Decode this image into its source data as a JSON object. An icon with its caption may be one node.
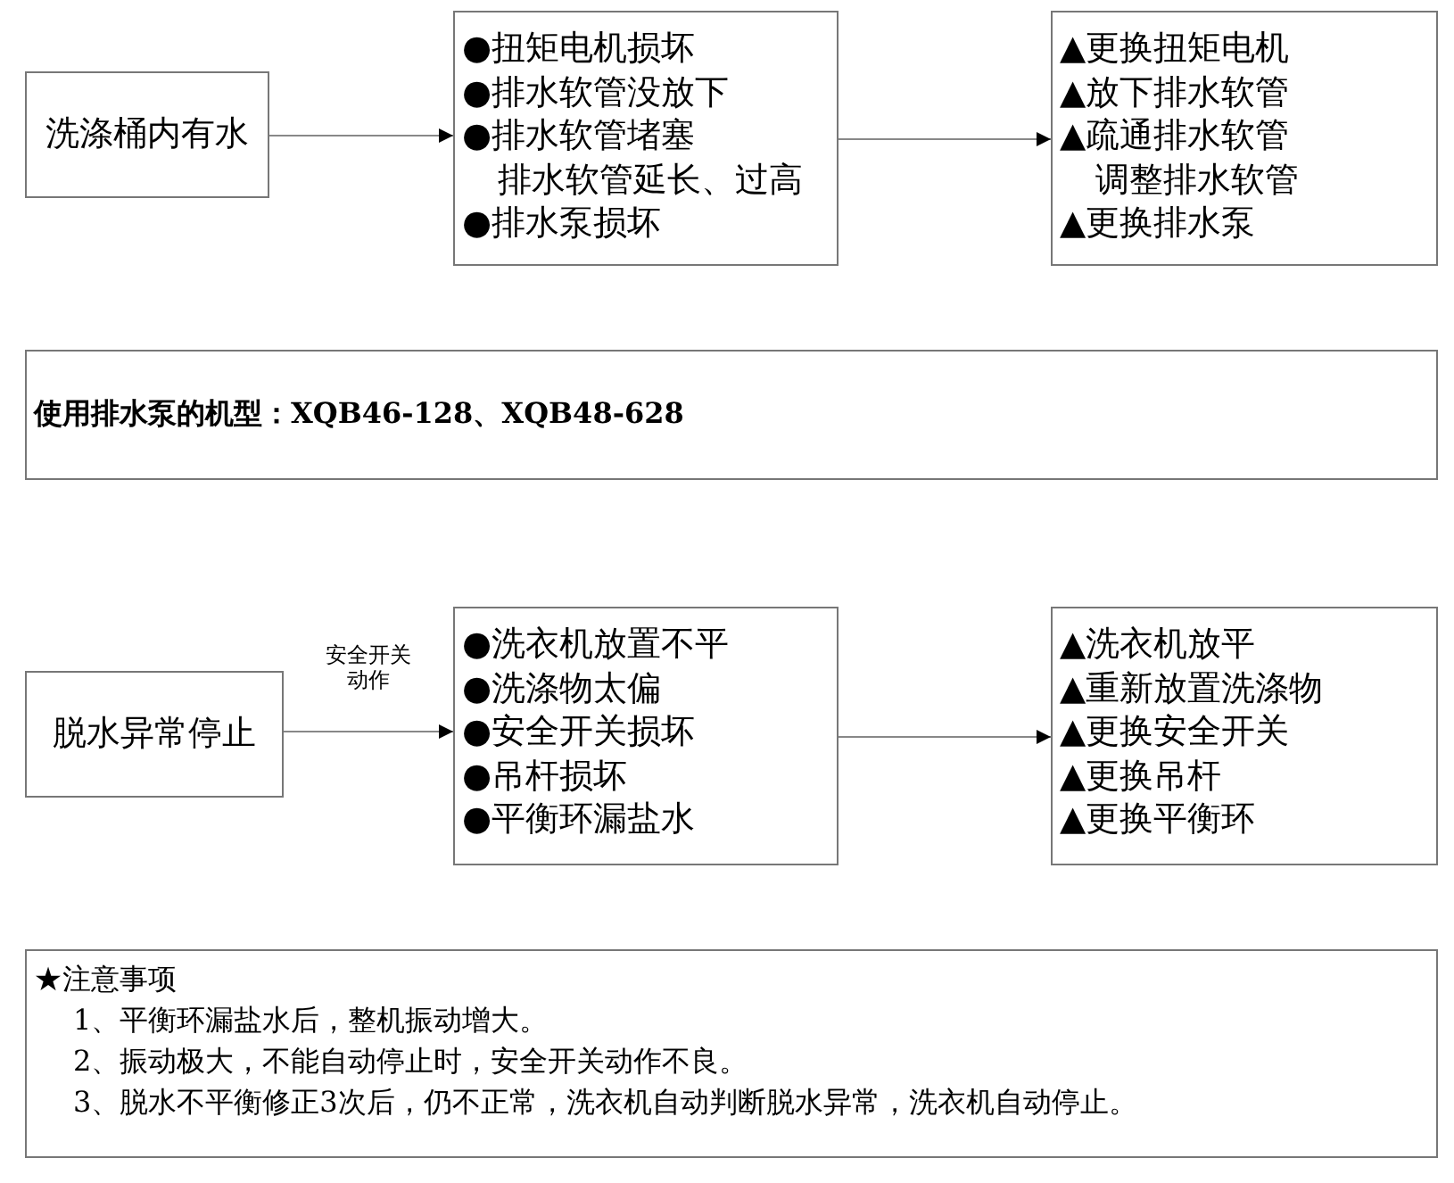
{
  "diagram": {
    "nodes": [
      {
        "text": [
          "洗涤桶内有水"
        ]
      },
      {
        "text": [
          "●扭矩电机损坏",
          "●排水软管没放下",
          "●排水软管堵塞",
          "排水软管延长、过高",
          "●排水泵损坏"
        ]
      },
      {
        "text": [
          "▲更换扭矩电机",
          "▲放下排水软管",
          "▲疏通排水软管",
          "调整排水软管",
          "▲更换排水泵"
        ]
      },
      {
        "text": [
          "使用排水泵的机型：XQB46-128、XQB48-628"
        ]
      },
      {
        "text": [
          "脱水异常停止"
        ]
      },
      {
        "text": [
          "●洗衣机放置不平",
          "●洗涤物太偏",
          "●安全开关损坏",
          "●吊杆损坏",
          "●平衡环漏盐水"
        ]
      },
      {
        "text": [
          "▲洗衣机放平",
          "▲重新放置洗涤物",
          "▲更换安全开关",
          "▲更换吊杆",
          "▲更换平衡环"
        ]
      },
      {
        "text": [
          "★注意事项",
          "1、平衡环漏盐水后，整机振动增大。",
          "2、振动极大，不能自动停止时，安全开关动作不良。",
          "3、脱水不平衡修正3次后，仍不正常，洗衣机自动判断脱水异常，洗衣机自动停止。"
        ]
      }
    ],
    "edges": [
      {
        "from": 0,
        "to": 1,
        "arrow": "to"
      },
      {
        "from": 1,
        "to": 2,
        "arrow": "to"
      },
      {
        "from": 4,
        "to": 5,
        "arrow": "to",
        "label": "安全开关动作"
      },
      {
        "from": 5,
        "to": 6,
        "arrow": "to"
      }
    ]
  }
}
